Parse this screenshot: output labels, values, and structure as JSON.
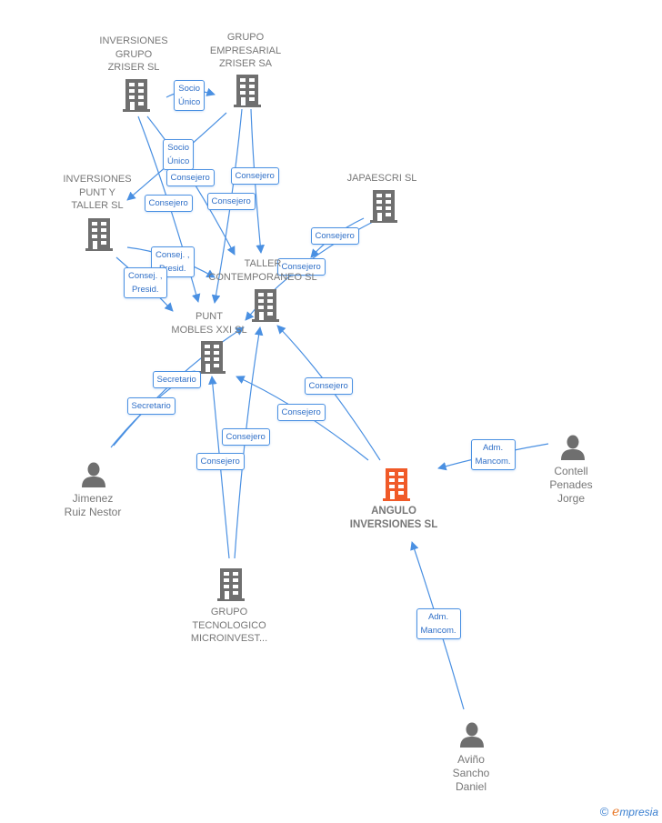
{
  "colors": {
    "edge": "#4a90e2",
    "edge_label_text": "#2f6fc7",
    "node_gray": "#6f6f6f",
    "main_node": "#f05a28",
    "label_text": "#777777"
  },
  "nodes": [
    {
      "id": "inv_grupo_zriser",
      "type": "company",
      "lines": [
        "INVERSIONES",
        "GRUPO",
        "ZRISER  SL"
      ]
    },
    {
      "id": "grupo_emp_zriser",
      "type": "company",
      "lines": [
        "GRUPO",
        "EMPRESARIAL",
        "ZRISER SA"
      ]
    },
    {
      "id": "inv_punt_taller",
      "type": "company",
      "lines": [
        "INVERSIONES",
        "PUNT Y",
        "TALLER  SL"
      ]
    },
    {
      "id": "japaescri",
      "type": "company",
      "lines": [
        "JAPAESCRI SL"
      ]
    },
    {
      "id": "taller_contemp",
      "type": "company",
      "lines": [
        "TALLER",
        "CONTEMPORANEO SL"
      ]
    },
    {
      "id": "punt_mobles",
      "type": "company",
      "lines": [
        "PUNT",
        "MOBLES XXI SL"
      ]
    },
    {
      "id": "angulo",
      "type": "company-main",
      "lines": [
        "ANGULO",
        "INVERSIONES SL"
      ]
    },
    {
      "id": "grupo_tecnologico",
      "type": "company",
      "lines": [
        "GRUPO",
        "TECNOLOGICO",
        "MICROINVEST..."
      ]
    },
    {
      "id": "jimenez",
      "type": "person",
      "lines": [
        "Jimenez",
        "Ruiz Nestor"
      ]
    },
    {
      "id": "contell",
      "type": "person",
      "lines": [
        "Contell",
        "Penades",
        "Jorge"
      ]
    },
    {
      "id": "avino",
      "type": "person",
      "lines": [
        "Aviño",
        "Sancho",
        "Daniel"
      ]
    }
  ],
  "edges": [
    {
      "from": "inv_grupo_zriser",
      "to": "grupo_emp_zriser",
      "label": [
        "Socio",
        "Único"
      ]
    },
    {
      "from": "grupo_emp_zriser",
      "to": "inv_punt_taller",
      "label": [
        "Socio",
        "Único"
      ]
    },
    {
      "from": "inv_grupo_zriser",
      "to": "taller_contemp",
      "label": [
        "Consejero"
      ]
    },
    {
      "from": "inv_grupo_zriser",
      "to": "punt_mobles",
      "label": [
        "Consejero"
      ]
    },
    {
      "from": "grupo_emp_zriser",
      "to": "taller_contemp",
      "label": [
        "Consejero"
      ]
    },
    {
      "from": "grupo_emp_zriser",
      "to": "punt_mobles",
      "label": [
        "Consejero"
      ]
    },
    {
      "from": "inv_punt_taller",
      "to": "taller_contemp",
      "label": [
        "Consej. ,",
        "Presid."
      ]
    },
    {
      "from": "inv_punt_taller",
      "to": "punt_mobles",
      "label": [
        "Consej. ,",
        "Presid."
      ]
    },
    {
      "from": "japaescri",
      "to": "taller_contemp",
      "label": [
        "Consejero"
      ]
    },
    {
      "from": "japaescri",
      "to": "punt_mobles",
      "label": [
        "Consejero"
      ]
    },
    {
      "from": "jimenez",
      "to": "taller_contemp",
      "label": [
        "Secretario"
      ]
    },
    {
      "from": "jimenez",
      "to": "punt_mobles",
      "label": [
        "Secretario"
      ]
    },
    {
      "from": "angulo",
      "to": "taller_contemp",
      "label": [
        "Consejero"
      ]
    },
    {
      "from": "angulo",
      "to": "punt_mobles",
      "label": [
        "Consejero"
      ]
    },
    {
      "from": "grupo_tecnologico",
      "to": "taller_contemp",
      "label": [
        "Consejero"
      ]
    },
    {
      "from": "grupo_tecnologico",
      "to": "punt_mobles",
      "label": [
        "Consejero"
      ]
    },
    {
      "from": "contell",
      "to": "angulo",
      "label": [
        "Adm.",
        "Mancom."
      ]
    },
    {
      "from": "avino",
      "to": "angulo",
      "label": [
        "Adm.",
        "Mancom."
      ]
    }
  ],
  "footer": {
    "copyright": "©",
    "brand_initial": "e",
    "brand_rest": "mpresia"
  }
}
